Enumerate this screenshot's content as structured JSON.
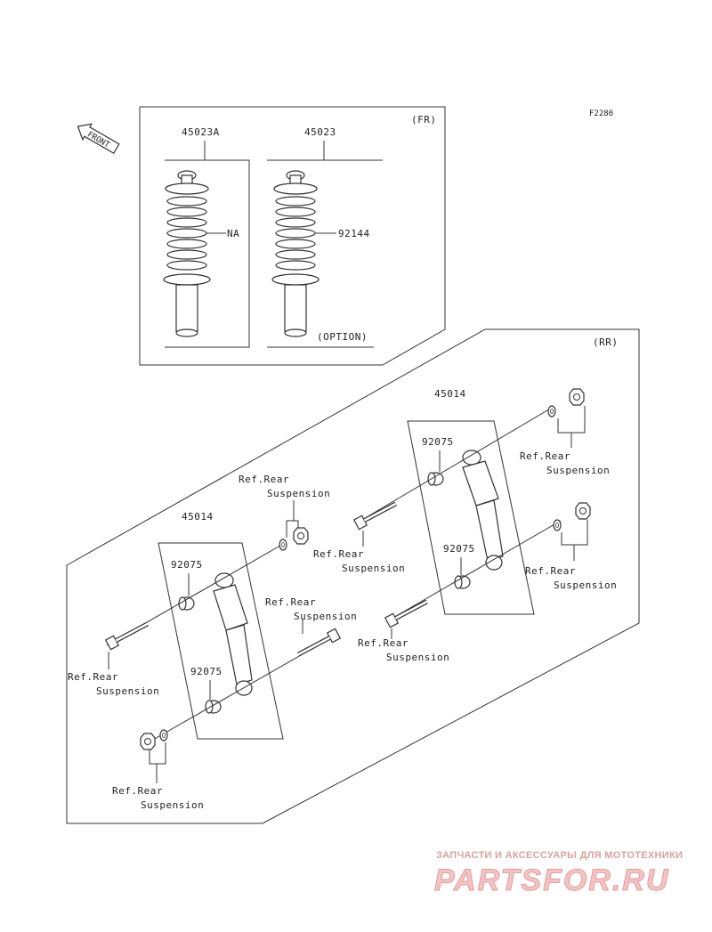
{
  "diagram_code": "F2280",
  "front_arrow_label": "FRONT",
  "front_section": {
    "tag": "(FR)",
    "left_part": "45023A",
    "right_part": "45023",
    "left_spring_label": "NA",
    "right_spring_label": "92144",
    "option_label": "(OPTION)"
  },
  "rear_section": {
    "tag": "(RR)",
    "assy_upper": "45014",
    "assy_lower": "45014",
    "bushing": "92075",
    "ref_line1": "Ref.Rear",
    "ref_line2": "Suspension"
  },
  "watermark": {
    "tagline": "ЗАПЧАСТИ И АКСЕССУАРЫ ДЛЯ МОТОТЕХНИКИ",
    "brand": "PARTSFOR.RU"
  }
}
